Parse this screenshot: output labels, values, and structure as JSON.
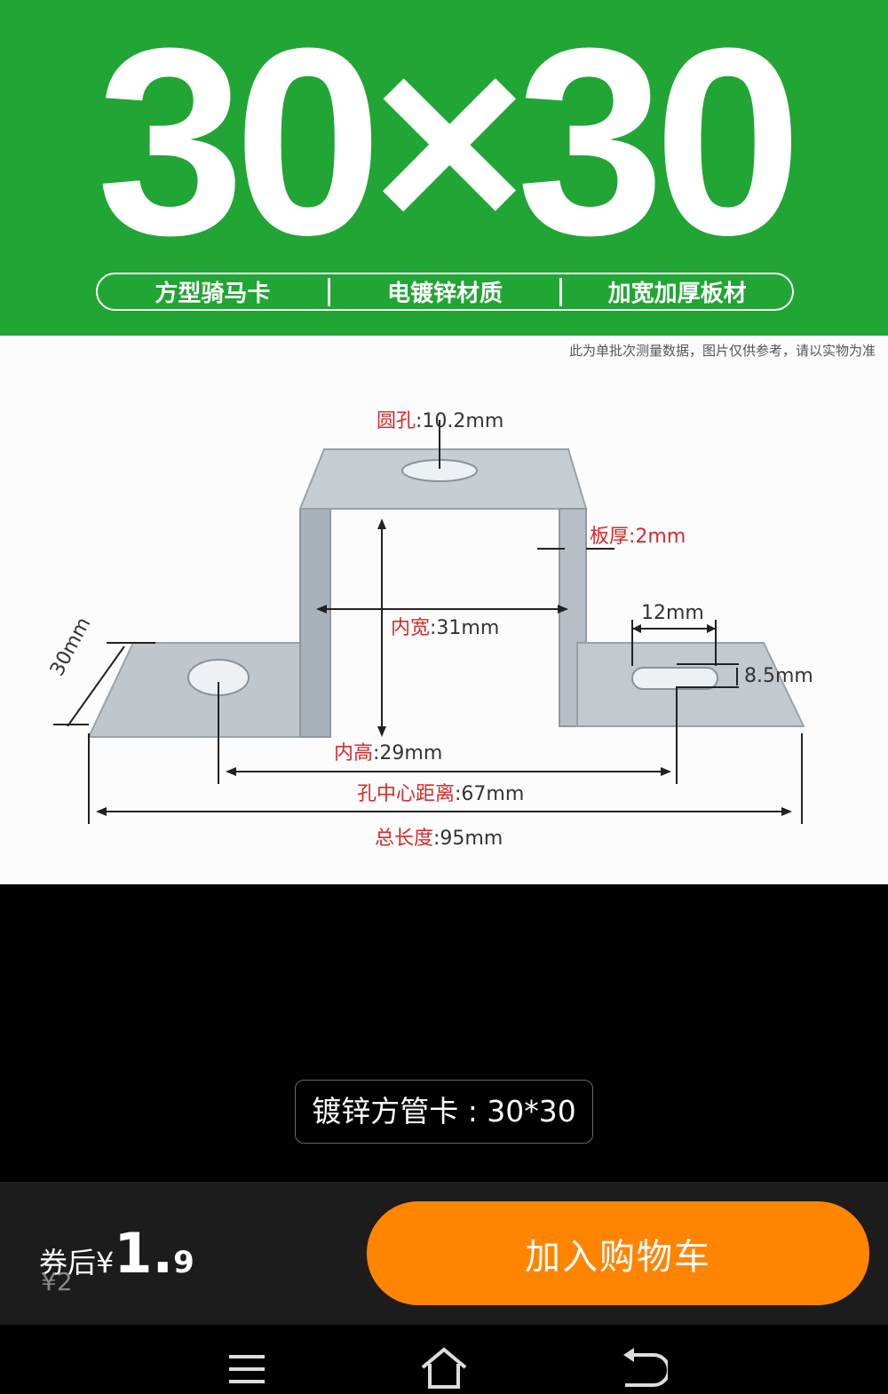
{
  "banner": {
    "title": "30×30",
    "features": [
      "方型骑马卡",
      "电镀锌材质",
      "加宽加厚板材"
    ]
  },
  "photo": {
    "disclaimer": "此为单批次测量数据，图片仅供参考，请以实物为准",
    "dimensions": {
      "hole": {
        "label": "圆孔",
        "value": ":10.2mm"
      },
      "thickness": {
        "label": "板厚",
        "value": ":2mm"
      },
      "inner_width": {
        "label": "内宽",
        "value": ":31mm"
      },
      "slot_width": "12mm",
      "slot_height": "8.5mm",
      "width": "30mm",
      "inner_height": {
        "label": "内高",
        "value": ":29mm"
      },
      "hole_distance": {
        "label": "孔中心距离",
        "value": ":67mm"
      },
      "total_length": {
        "label": "总长度",
        "value": ":95mm"
      }
    }
  },
  "caption": "镀锌方管卡 : 30*30",
  "purchase": {
    "price_prefix": "券后¥",
    "price_int": "1.",
    "price_dec": "9",
    "original_price": "¥2",
    "cart_button": "加入购物车"
  },
  "nav": {
    "icons": [
      "menu-icon",
      "home-icon",
      "back-icon"
    ]
  },
  "colors": {
    "banner_green": "#21a534",
    "cart_orange": "#ff8500",
    "dim_red": "#d42b2b"
  }
}
